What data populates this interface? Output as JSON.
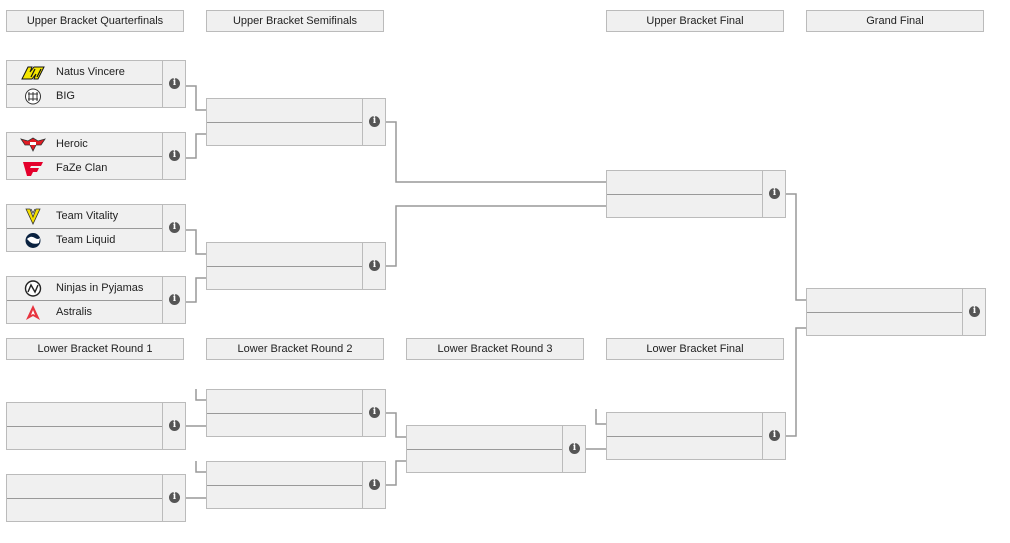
{
  "headers": {
    "ub_qf": "Upper Bracket Quarterfinals",
    "ub_sf": "Upper Bracket Semifinals",
    "ub_final": "Upper Bracket Final",
    "grand_final": "Grand Final",
    "lb_r1": "Lower Bracket Round 1",
    "lb_r2": "Lower Bracket Round 2",
    "lb_r3": "Lower Bracket Round 3",
    "lb_final": "Lower Bracket Final"
  },
  "ub_qf": [
    {
      "team1": "Natus Vincere",
      "team2": "BIG"
    },
    {
      "team1": "Heroic",
      "team2": "FaZe Clan"
    },
    {
      "team1": "Team Vitality",
      "team2": "Team Liquid"
    },
    {
      "team1": "Ninjas in Pyjamas",
      "team2": "Astralis"
    }
  ],
  "info_glyph": "i",
  "icons": {
    "navi": "navi-logo-icon",
    "big": "big-logo-icon",
    "heroic": "heroic-logo-icon",
    "faze": "faze-logo-icon",
    "vitality": "vitality-logo-icon",
    "liquid": "liquid-logo-icon",
    "nip": "nip-logo-icon",
    "astralis": "astralis-logo-icon",
    "info": "info-icon"
  },
  "colors": {
    "connector": "#999999",
    "box_bg": "#f0f0f0",
    "box_border": "#bbbbbb",
    "info_bg": "#555555",
    "navi_yellow": "#f5e600",
    "heroic_red": "#e21b23",
    "faze_red": "#e4002b",
    "vitality_yellow": "#f5e000",
    "liquid_navy": "#0a2240",
    "astralis_red": "#e7343f"
  }
}
